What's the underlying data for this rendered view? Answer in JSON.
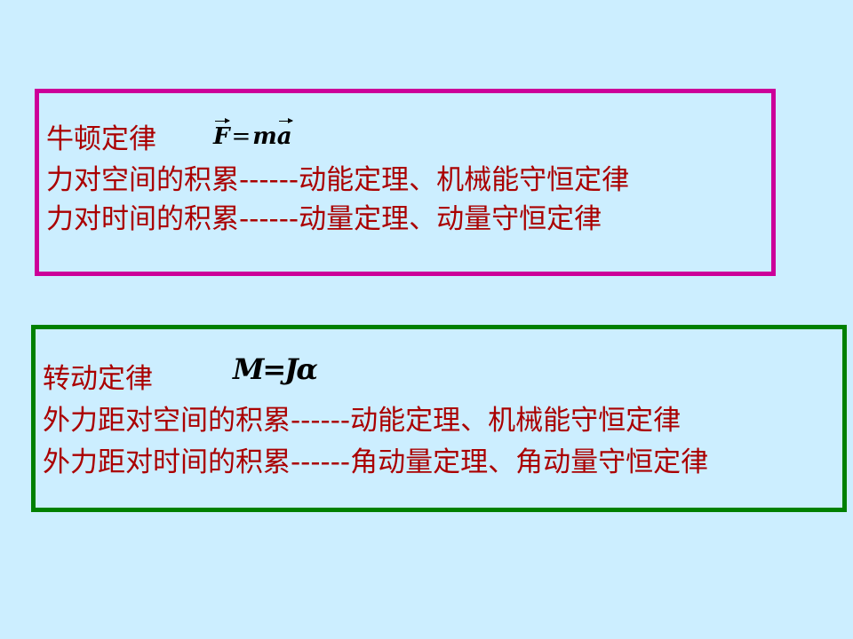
{
  "box1": {
    "title": "牛顿定律",
    "formula": {
      "lhs": "F",
      "eq": "=",
      "m": "m",
      "a": "a"
    },
    "line2": "力对空间的积累------动能定理、机械能守恒定律",
    "line3": "力对时间的积累------动量定理、动量守恒定律"
  },
  "box2": {
    "title": "转动定律",
    "formula": {
      "lhs": "M",
      "eq": "=",
      "rhs": "Jα"
    },
    "line2": "外力距对空间的积累------动能定理、机械能守恒定律",
    "line3": "外力距对时间的积累------角动量定理、角动量守恒定律"
  },
  "colors": {
    "background": "#cceeff",
    "text": "#aa0000",
    "box1_border": "#cc0099",
    "box2_border": "#008000"
  }
}
